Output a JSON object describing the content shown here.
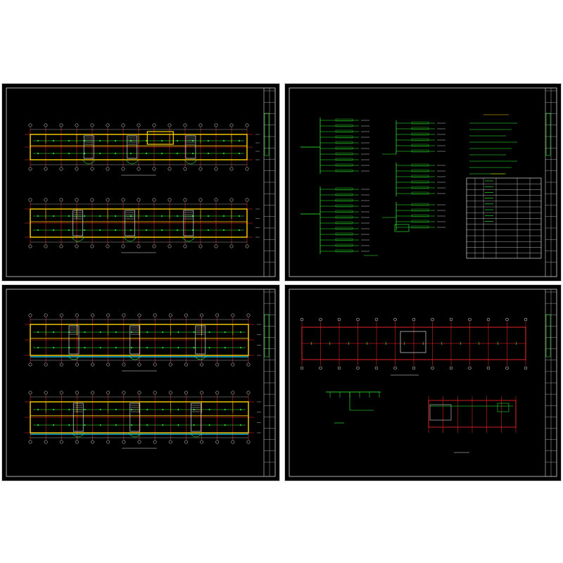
{
  "canvas": {
    "background": "#ffffff",
    "sheet_background": "#000000"
  },
  "colors": {
    "sheet_border": "#d9d9d9",
    "axis_grid": "#ff2a2a",
    "wall": "#ffd400",
    "wiring": "#33ff33",
    "furniture": "#ffffff",
    "water": "#17d4ff",
    "dimension": "#e6e6e6"
  },
  "sheets": [
    {
      "id": "floor-plans-pair-1",
      "kind": "floor-plan-pair"
    },
    {
      "id": "system-diagram-sheet",
      "kind": "system-diagram"
    },
    {
      "id": "floor-plans-pair-2",
      "kind": "floor-plan-pair"
    },
    {
      "id": "roof-and-partial-plan",
      "kind": "mixed-plan"
    }
  ]
}
